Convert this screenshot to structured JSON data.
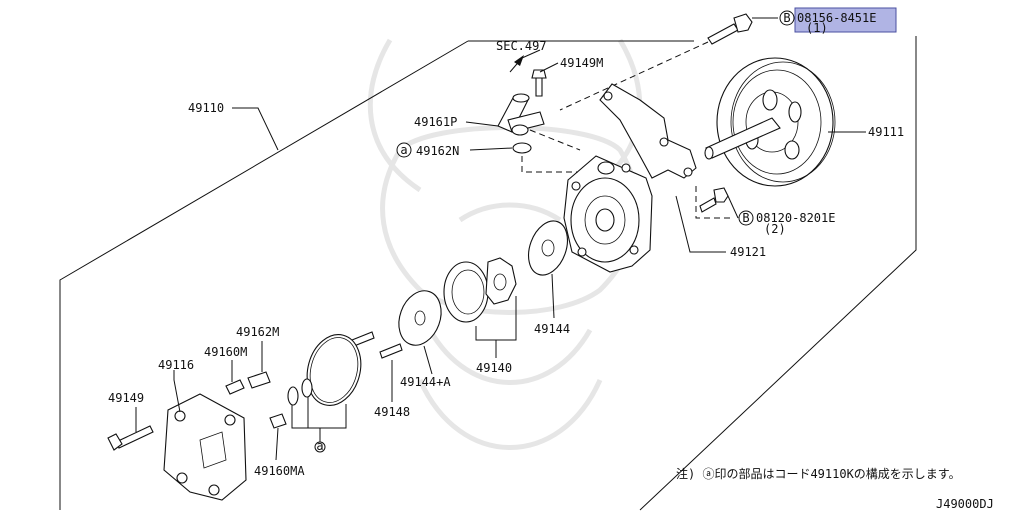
{
  "diagram_code": "J49000DJ",
  "note": "注) ⓐ印の部品はコード49110Kの構成を示します。",
  "accent_colors": {
    "highlight_fill": "#b0b4e4",
    "highlight_border": "#4a4fa0",
    "lines": "#111111"
  },
  "callouts": {
    "top_bolt": {
      "circle": "B",
      "part_no": "08156-8451E",
      "qty": "(1)"
    },
    "side_bolt": {
      "circle": "B",
      "part_no": "08120-8201E",
      "qty": "(2)"
    },
    "sec": "SEC.497",
    "p49149M": "49149M",
    "p49110": "49110",
    "p49161P": "49161P",
    "p49162N": "49162N",
    "p49162N_mark": "a",
    "p49111": "49111",
    "p49121": "49121",
    "p49144": "49144",
    "p49140": "49140",
    "p49144A": "49144+A",
    "p49148": "49148",
    "p49162M": "49162M",
    "p49160M": "49160M",
    "p49116": "49116",
    "p49149": "49149",
    "p49160MA": "49160MA",
    "oring_mark": "a"
  }
}
